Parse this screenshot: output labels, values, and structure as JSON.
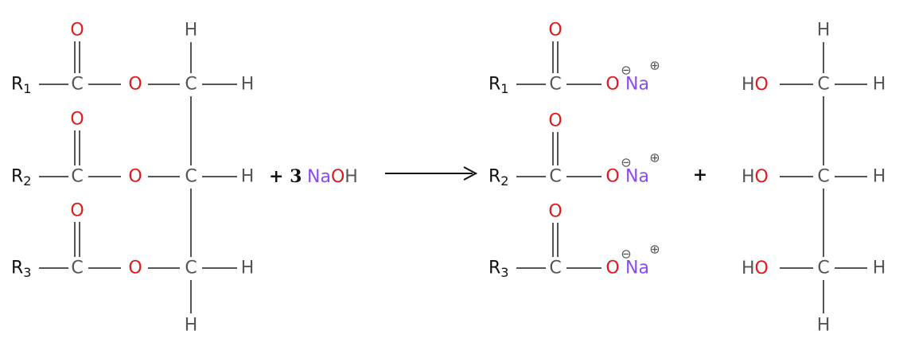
{
  "colors": {
    "carbon": "#555555",
    "oxygen": "#e0181b",
    "sodium": "#8b4bf2",
    "alkyl": "#111111",
    "bond": "#555555",
    "arrow": "#111111"
  },
  "atoms": {
    "carbon": "C",
    "oxygen": "O",
    "hydrogen": "H",
    "sodium": "Na",
    "hydroxyl": "HO",
    "alkyl": "R"
  },
  "subscripts": [
    "1",
    "2",
    "3"
  ],
  "coefficient": "+ 3",
  "naoh": {
    "na": "Na",
    "o": "O",
    "h": "H"
  },
  "charges": {
    "negative": "⊖",
    "positive": "⊕"
  },
  "plus_sign": "+"
}
